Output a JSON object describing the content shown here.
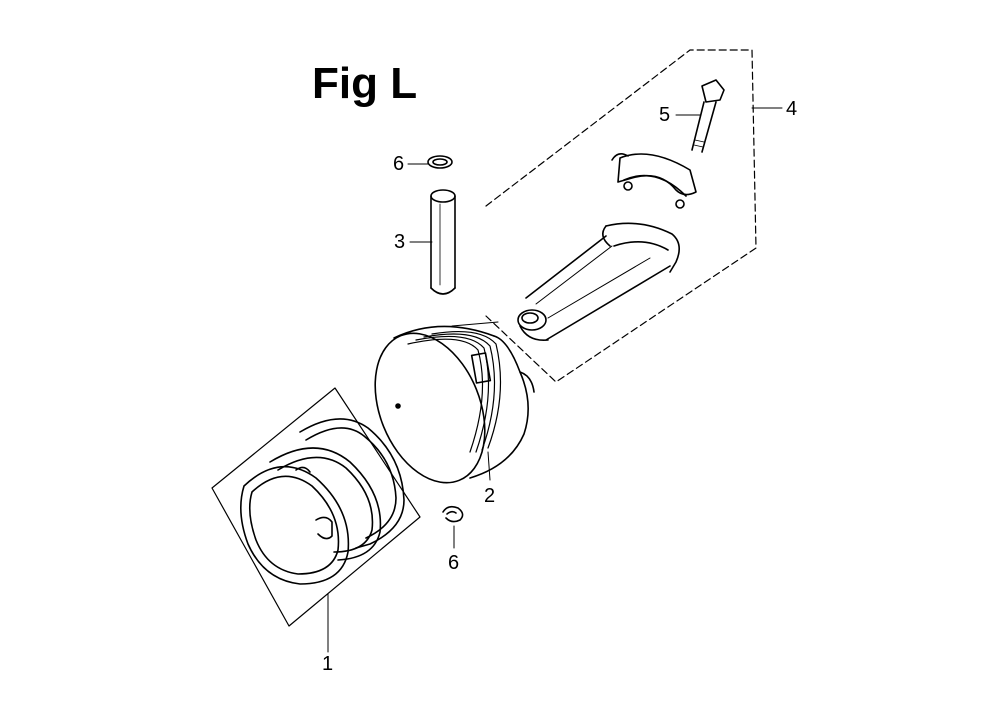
{
  "figure": {
    "title": "Fig L"
  },
  "callouts": {
    "c1": "1",
    "c2": "2",
    "c3": "3",
    "c4": "4",
    "c5": "5",
    "c6_top": "6",
    "c6_bottom": "6"
  },
  "parts": [
    {
      "id": "1",
      "name": "piston-ring-set"
    },
    {
      "id": "2",
      "name": "piston"
    },
    {
      "id": "3",
      "name": "piston-pin"
    },
    {
      "id": "4",
      "name": "connecting-rod-assembly"
    },
    {
      "id": "5",
      "name": "connecting-rod-bolt"
    },
    {
      "id": "6",
      "name": "piston-pin-clip"
    }
  ],
  "colors": {
    "ink": "#000000",
    "background": "#ffffff"
  }
}
